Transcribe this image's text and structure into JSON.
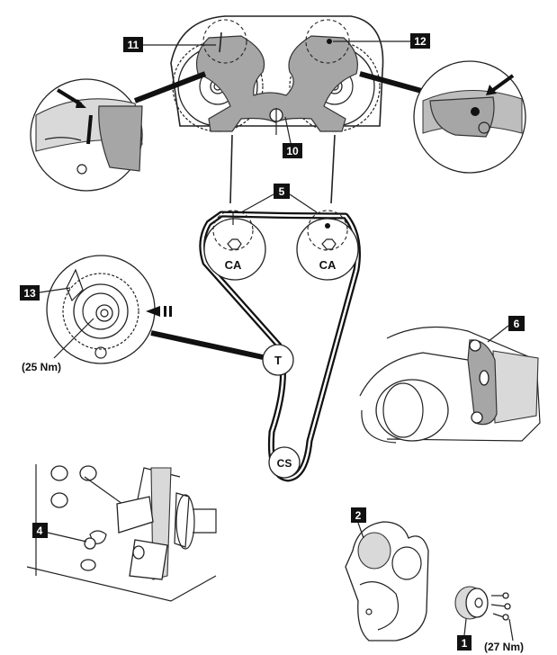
{
  "callouts": {
    "c1": "1",
    "c2": "2",
    "c4": "4",
    "c5": "5",
    "c6": "6",
    "c10": "10",
    "c11": "11",
    "c12": "12",
    "c13": "13"
  },
  "pulleys": {
    "cam_left": "CA",
    "cam_right": "CA",
    "tensioner": "T",
    "crankshaft": "CS"
  },
  "torques": {
    "tensioner_torque": "(25 Nm)",
    "idler_torque": "(27 Nm)"
  },
  "colors": {
    "ink": "#111111",
    "tool_grey": "#a6a6a6",
    "light_grey": "#d9d9d9"
  }
}
